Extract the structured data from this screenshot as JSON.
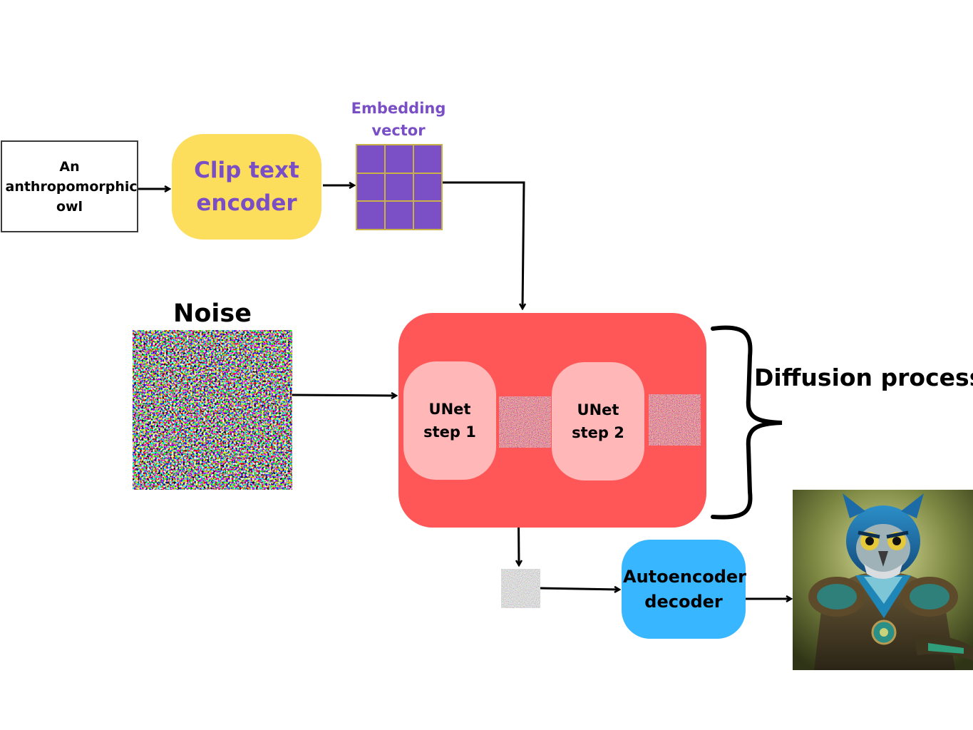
{
  "prompt": {
    "text": "An anthropomorphic owl"
  },
  "clip_encoder": {
    "label": "Clip text encoder"
  },
  "embedding": {
    "label": "Embedding vector",
    "rows": 3,
    "cols": 3
  },
  "noise": {
    "label": "Noise"
  },
  "unet_steps": [
    {
      "label": "UNet step 1"
    },
    {
      "label": "UNet step 2"
    }
  ],
  "diffusion": {
    "label": "Diffusion process"
  },
  "decoder": {
    "label": "Autoencoder decoder"
  },
  "colors": {
    "clip_fill": "#fddd5c",
    "purple": "#7a4fc5",
    "embed_fill": "#7b4fc6",
    "diffusion_fill": "#ff5757",
    "unet_fill": "#ffb7b7",
    "decoder_fill": "#38b6ff",
    "arrow": "#000000"
  },
  "icons": {
    "noise": "noise-image",
    "output": "owl-image"
  }
}
